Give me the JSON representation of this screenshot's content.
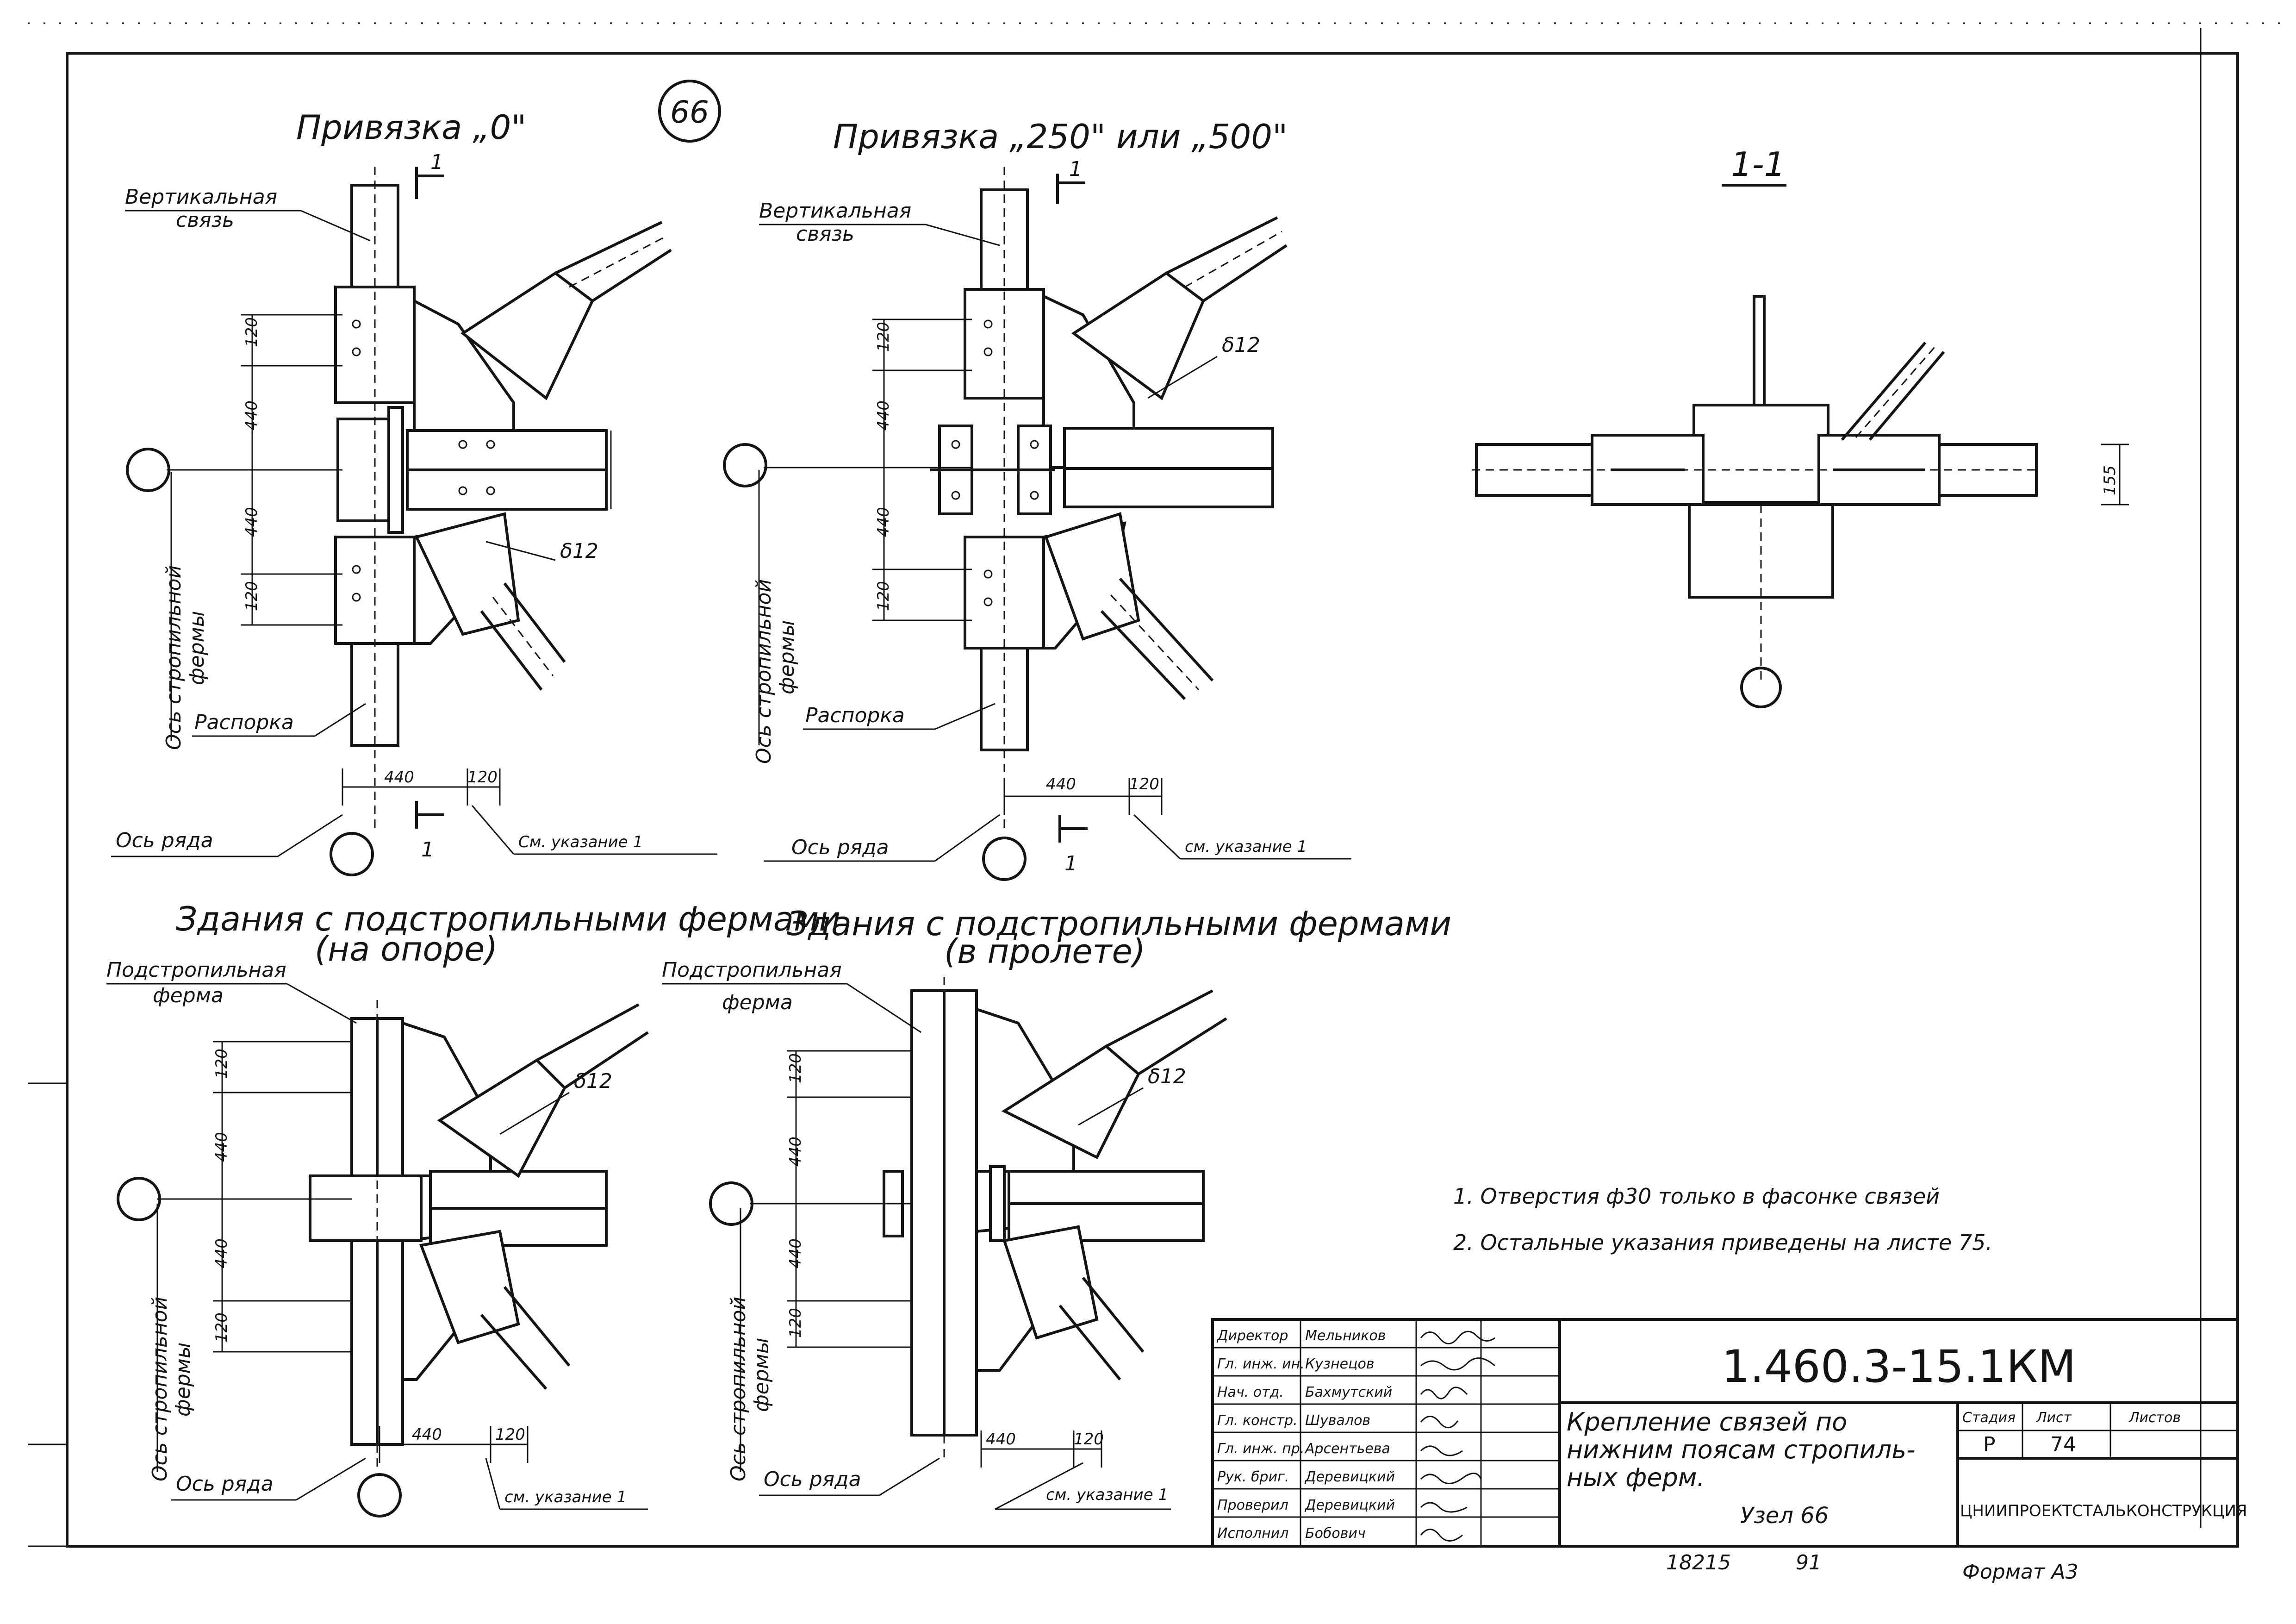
{
  "sheet": {
    "view_titles": {
      "binding_zero": "Привязка „0\"",
      "binding_250_500": "Привязка „250\" или „500\"",
      "section": "1-1",
      "sub_truss_support": "Здания с подстропильными фермами",
      "sub_truss_support_note": "(на опоре)",
      "sub_truss_span": "Здания с подстропильными фермами",
      "sub_truss_span_note": "(в пролете)"
    },
    "node_number": "66",
    "labels": {
      "vertical_brace": "Вертикальная",
      "vertical_brace_2": "связь",
      "truss_axis": "Ось стропильной",
      "truss_axis_2": "фермы",
      "strut": "Распорка",
      "row_axis": "Ось ряда",
      "see_note": "См. указание 1",
      "see_note_lower": "см. указание 1",
      "sub_truss": "Подстропильная",
      "sub_truss_2": "ферма",
      "gusset": "δ12",
      "section_mark": "1"
    },
    "dimensions": {
      "d120": "120",
      "d440": "440",
      "d155": "155"
    },
    "notes": [
      "1. Отверстия ф30 только в фасонке связей",
      "2. Остальные указания приведены на листе 75."
    ],
    "title_block": {
      "roles": [
        "Директор",
        "Гл. инж. ин.",
        "Нач. отд.",
        "Гл. констр.",
        "Гл. инж. пр.",
        "Рук. бриг.",
        "Проверил",
        "Исполнил"
      ],
      "names": [
        "Мельников",
        "Кузнецов",
        "Бахмутский",
        "Шувалов",
        "Арсентьева",
        "Деревицкий",
        "Деревицкий",
        "Бобович"
      ],
      "document_code": "1.460.3-15.1КМ",
      "title_line1": "Крепление связей по",
      "title_line2": "нижним поясам стропиль-",
      "title_line3": "ных ферм.",
      "node": "Узел 66",
      "stage_header": "Стадия",
      "sheet_header": "Лист",
      "sheets_header": "Листов",
      "stage": "Р",
      "sheet": "74",
      "sheets": "",
      "organization": "ЦНИИПРОЕКТСТАЛЬКОНСТРУКЦИЯ",
      "inventory": "18215",
      "inventory_2": "91",
      "format": "Формат А3"
    }
  }
}
